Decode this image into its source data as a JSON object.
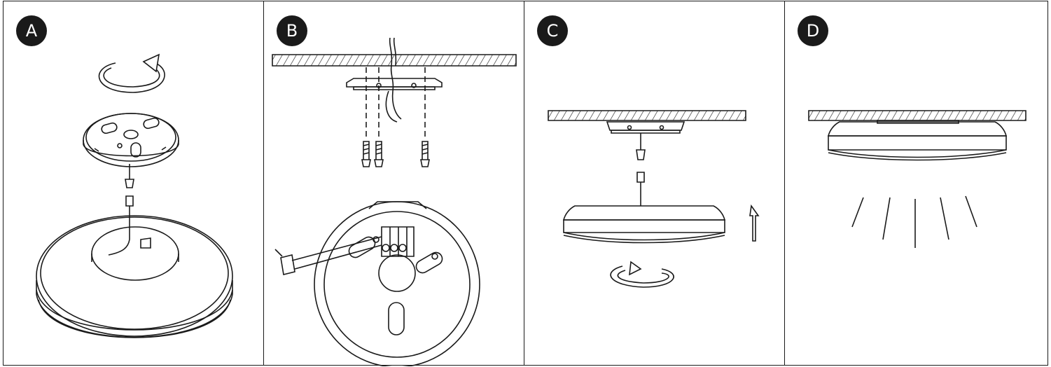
{
  "panels": [
    {
      "label": "A",
      "icons": [
        "rotate-counterclockwise-arrow-icon",
        "mounting-plate-icon",
        "connector-icon",
        "lamp-body-icon"
      ]
    },
    {
      "label": "B",
      "icons": [
        "ceiling-icon",
        "mounting-plate-icon",
        "screw-icon",
        "terminal-block-icon"
      ]
    },
    {
      "label": "C",
      "icons": [
        "ceiling-icon",
        "connector-icon",
        "lamp-body-icon",
        "up-arrow-icon",
        "rotate-clockwise-arrow-icon"
      ]
    },
    {
      "label": "D",
      "icons": [
        "ceiling-icon",
        "lamp-body-icon",
        "light-rays-icon"
      ]
    }
  ],
  "colors": {
    "line": "#1a1a1a",
    "badge_bg": "#1a1a1a",
    "badge_text": "#ffffff",
    "background": "#ffffff"
  }
}
